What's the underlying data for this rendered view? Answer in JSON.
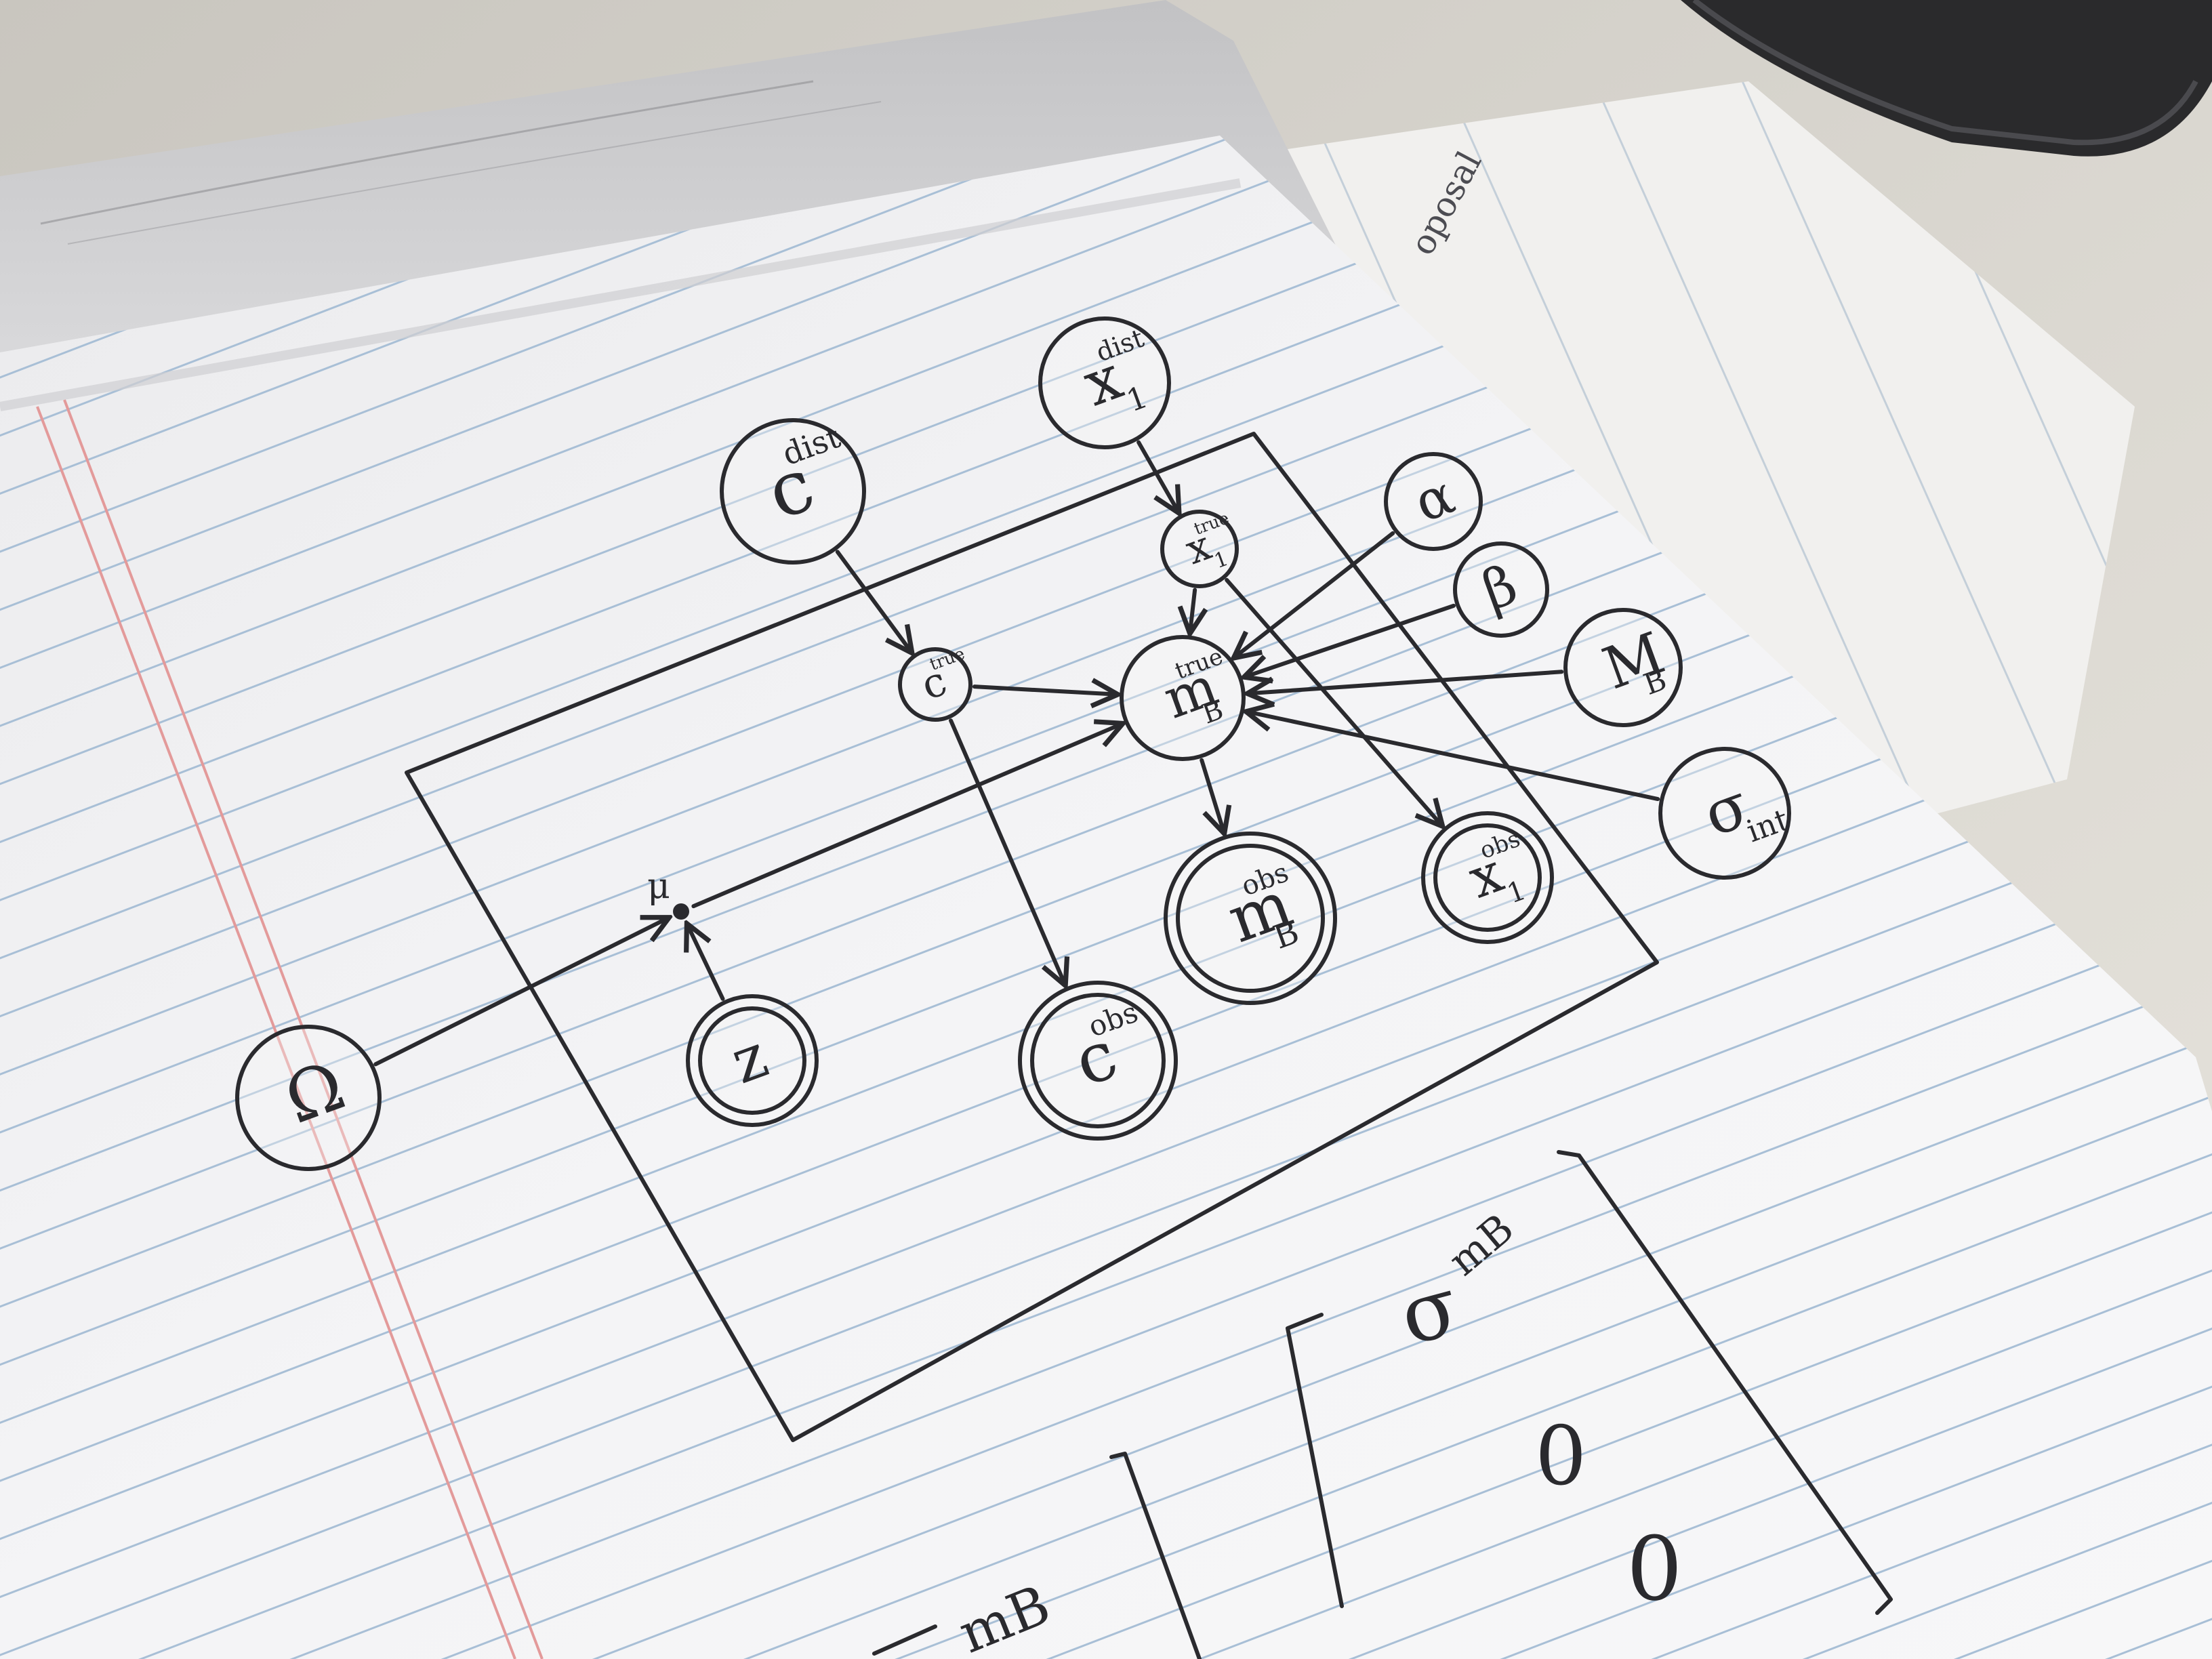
{
  "background_paper": {
    "visible_word": "oposal"
  },
  "graph": {
    "nodes": [
      {
        "id": "c-dist",
        "main": "c",
        "sup": "dist",
        "sub": "",
        "style": "single"
      },
      {
        "id": "x1-dist",
        "main": "x",
        "sup": "dist",
        "sub": "1",
        "style": "single"
      },
      {
        "id": "x1-true",
        "main": "x",
        "sup": "true",
        "sub": "1",
        "style": "single"
      },
      {
        "id": "c-true",
        "main": "c",
        "sup": "true",
        "sub": "",
        "style": "single"
      },
      {
        "id": "mb-true",
        "main": "m",
        "sup": "true",
        "sub": "B",
        "style": "single"
      },
      {
        "id": "alpha",
        "main": "α",
        "sup": "",
        "sub": "",
        "style": "single"
      },
      {
        "id": "beta",
        "main": "β",
        "sup": "",
        "sub": "",
        "style": "single"
      },
      {
        "id": "M-B",
        "main": "M",
        "sup": "",
        "sub": "B",
        "style": "single"
      },
      {
        "id": "sigma-int",
        "main": "σ",
        "sup": "",
        "sub": "int",
        "style": "single"
      },
      {
        "id": "x1-obs",
        "main": "x",
        "sup": "obs",
        "sub": "1",
        "style": "double"
      },
      {
        "id": "mb-obs",
        "main": "m",
        "sup": "obs",
        "sub": "B",
        "style": "double"
      },
      {
        "id": "c-obs",
        "main": "c",
        "sup": "obs",
        "sub": "",
        "style": "double"
      },
      {
        "id": "z",
        "main": "z",
        "sup": "",
        "sub": "",
        "style": "double"
      },
      {
        "id": "omega",
        "main": "Ω",
        "sup": "",
        "sub": "",
        "style": "single"
      }
    ],
    "mu_label": "μ",
    "edges": [
      [
        "c-dist",
        "c-true"
      ],
      [
        "x1-dist",
        "x1-true"
      ],
      [
        "x1-true",
        "mb-true"
      ],
      [
        "c-true",
        "mb-true"
      ],
      [
        "c-true",
        "c-obs"
      ],
      [
        "mb-true",
        "mb-obs"
      ],
      [
        "x1-true",
        "x1-obs"
      ],
      [
        "alpha",
        "mb-true"
      ],
      [
        "beta",
        "mb-true"
      ],
      [
        "M-B",
        "mb-true"
      ],
      [
        "sigma-int",
        "mb-true"
      ],
      [
        "mu",
        "mb-true"
      ],
      [
        "z",
        "mu"
      ],
      [
        "omega",
        "mu"
      ]
    ]
  },
  "matrix": {
    "header_main": "σ",
    "header_sup": "mB",
    "entries": [
      "0",
      "0"
    ],
    "partial_left_label": "mB"
  }
}
